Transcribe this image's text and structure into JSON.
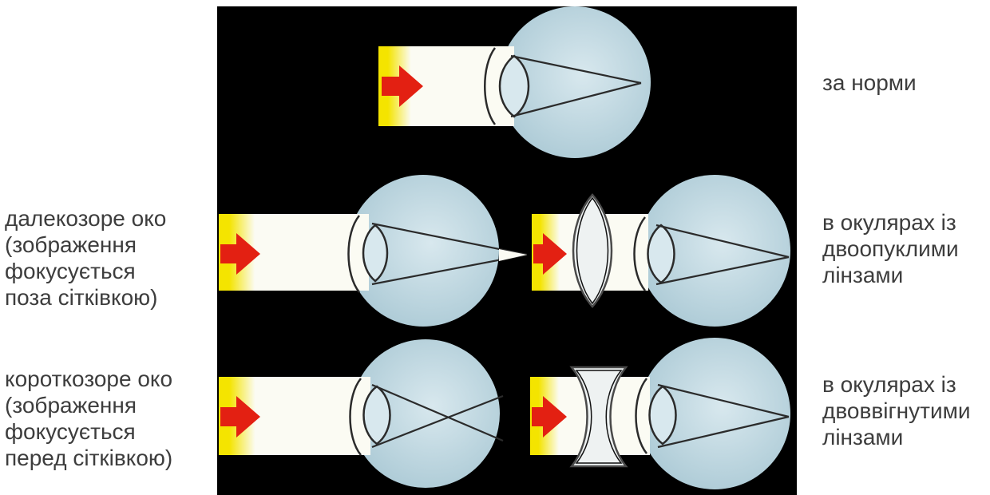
{
  "labels": {
    "normal": [
      "за норми"
    ],
    "far_sighted": [
      "далекозоре око",
      "(зображення",
      "фокусується",
      "поза сітківкою)"
    ],
    "far_corrected": [
      "в окулярах із",
      "двоопуклими",
      "лінзами"
    ],
    "near_sighted": [
      "короткозоре око",
      "(зображення",
      "фокусується",
      "перед сітківкою)"
    ],
    "near_corrected": [
      "в окулярах із",
      "двоввігнутими",
      "лінзами"
    ]
  },
  "colors": {
    "background_panel": "#000000",
    "eyeball": "#b9d3dd",
    "light_beam": "#fbfbf3",
    "beam_source": "#f4e400",
    "arrow": "#e32012",
    "outline": "#2b2b2b"
  },
  "icons": {
    "arrow": "red-arrow-icon",
    "eye": "eyeball-icon",
    "convex_lens": "convex-lens-icon",
    "concave_lens": "concave-lens-icon"
  }
}
